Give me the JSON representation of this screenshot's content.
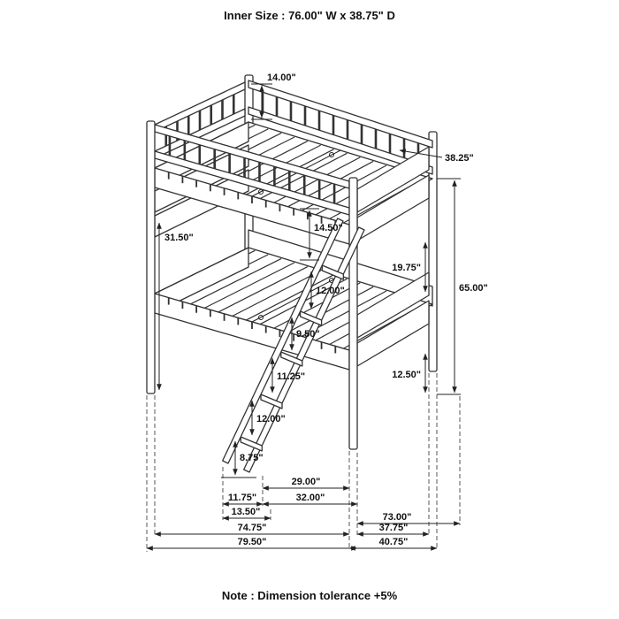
{
  "header": {
    "inner_size": "Inner Size : 76.00\" W x  38.75\" D"
  },
  "footer": {
    "note": "Note : Dimension tolerance +5%"
  },
  "dimensions": {
    "guard_rail_height": "14.00\"",
    "inner_depth": "38.25\"",
    "lower_post_height": "31.50\"",
    "bunk_gap_front": "14.50\"",
    "bunk_gap_right": "19.75\"",
    "overall_height": "65.00\"",
    "rung_space_1": "12.00\"",
    "rung_space_2": "9.50\"",
    "rung_space_3": "11.25\"",
    "rung_space_4": "12.00\"",
    "footboard_clearance": "12.50\"",
    "rung_space_5": "8.75\"",
    "ladder_span_top": "29.00\"",
    "ladder_foot_1": "11.75\"",
    "ladder_span_mid": "32.00\"",
    "ladder_foot_2": "13.50\"",
    "length_upper": "73.00\"",
    "length_inner": "74.75\"",
    "depth_inner": "37.75\"",
    "length_overall": "79.50\"",
    "depth_overall": "40.75\""
  }
}
